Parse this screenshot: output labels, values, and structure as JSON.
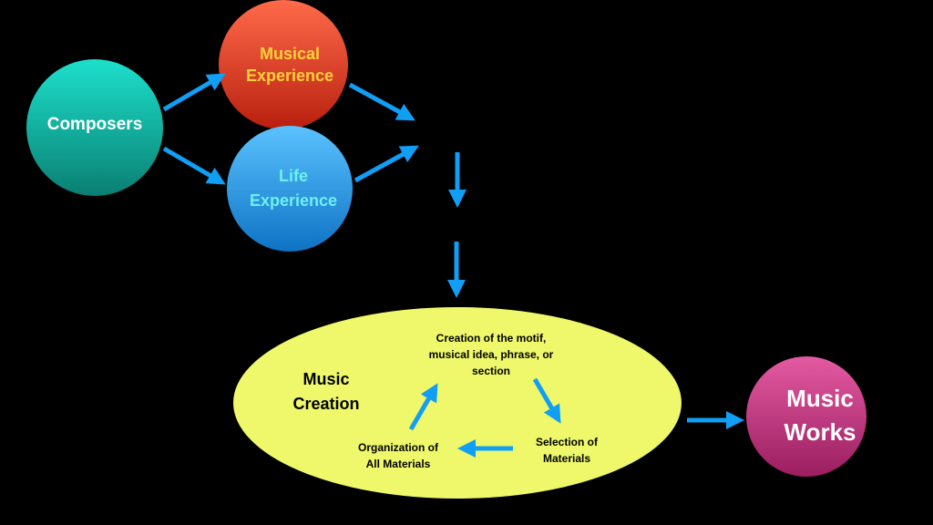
{
  "nodes": {
    "composers": {
      "label": [
        "Composers"
      ],
      "color_top": "#1de0cc",
      "color_bottom": "#0a7f72",
      "text_color": "#ffffff"
    },
    "musical_experience": {
      "label": [
        "Musical",
        "Experience"
      ],
      "color_top": "#ff6a4a",
      "color_bottom": "#b8200e",
      "text_color": "#ffd23a"
    },
    "life_experience": {
      "label": [
        "Life",
        "Experience"
      ],
      "color_top": "#5bc2ff",
      "color_bottom": "#0e73c4",
      "text_color": "#6ef0f0"
    },
    "music_creation": {
      "label": [
        "Music",
        "Creation"
      ],
      "color": "#eef86a",
      "text_color": "#000000"
    },
    "music_works": {
      "label": [
        "Music",
        "Works"
      ],
      "color_top": "#e45aa2",
      "color_bottom": "#9a1e60",
      "text_color": "#ffffff"
    }
  },
  "cycle": {
    "motif": [
      "Creation of the motif,",
      "musical idea, phrase, or",
      "section"
    ],
    "selection": [
      "Selection of",
      "Materials"
    ],
    "organization": [
      "Organization of",
      "All Materials"
    ]
  },
  "arrow_color": "#119ef5"
}
